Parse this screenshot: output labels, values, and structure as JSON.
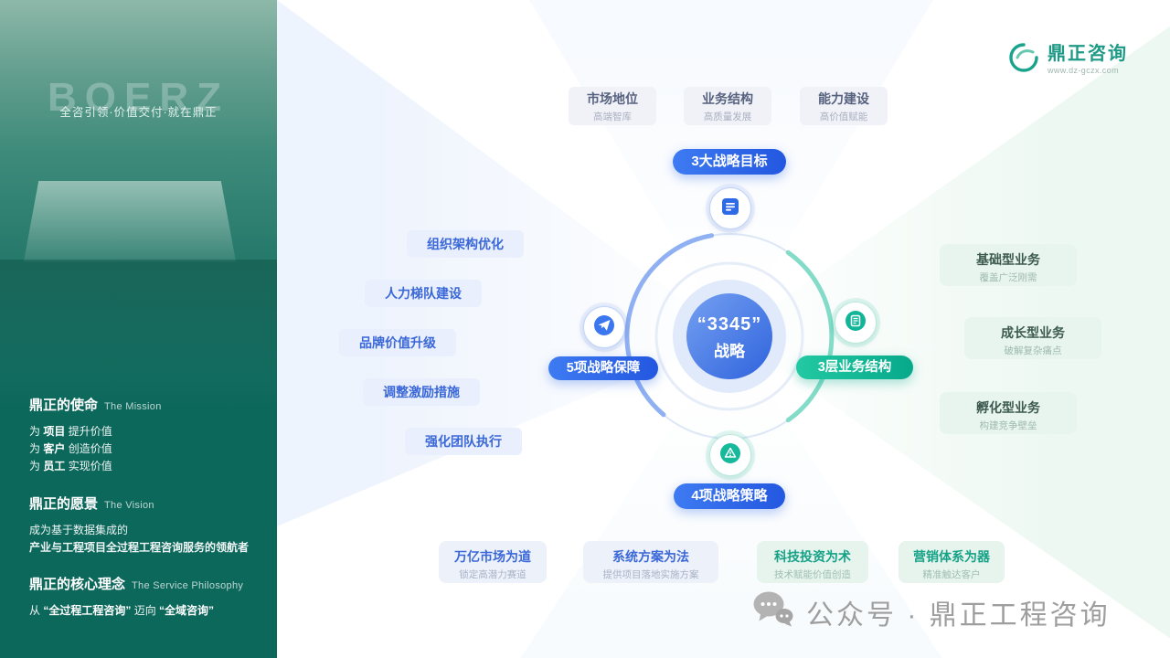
{
  "sidebar": {
    "logo_letters": "BOERZ",
    "tagline": "全咨引领·价值交付·就在鼎正",
    "mission": {
      "title": "鼎正的使命",
      "title_en": "The Mission",
      "items": [
        {
          "pre": "为 ",
          "key": "项目",
          "post": " 提升价值"
        },
        {
          "pre": "为 ",
          "key": "客户",
          "post": " 创造价值"
        },
        {
          "pre": "为 ",
          "key": "员工",
          "post": " 实现价值"
        }
      ]
    },
    "vision": {
      "title": "鼎正的愿景",
      "title_en": "The Vision",
      "line1": "成为基于数据集成的",
      "line2": "产业与工程项目全过程工程咨询服务的领航者"
    },
    "philosophy": {
      "title": "鼎正的核心理念",
      "title_en": "The Service Philosophy",
      "p1": "从 ",
      "q1": "“全过程工程咨询”",
      "p2": " 迈向 ",
      "q2": "“全域咨询”"
    }
  },
  "brand": {
    "name": "鼎正咨询",
    "website": "www.dz-gczx.com"
  },
  "diagram": {
    "center_line1": "“3345”",
    "center_line2": "战略",
    "pills": {
      "top": "3大战略目标",
      "left": "5项战略保障",
      "right": "3层业务结构",
      "bottom": "4项战略策略"
    },
    "goals": [
      {
        "title": "市场地位",
        "subtitle": "高端智库"
      },
      {
        "title": "业务结构",
        "subtitle": "高质量发展"
      },
      {
        "title": "能力建设",
        "subtitle": "高价值赋能"
      }
    ],
    "safeguards": [
      "组织架构优化",
      "人力梯队建设",
      "品牌价值升级",
      "调整激励措施",
      "强化团队执行"
    ],
    "business_layers": [
      {
        "title": "基础型业务",
        "subtitle": "覆盖广泛刚需"
      },
      {
        "title": "成长型业务",
        "subtitle": "破解复杂痛点"
      },
      {
        "title": "孵化型业务",
        "subtitle": "构建竞争壁垒"
      }
    ],
    "strategies": [
      {
        "title": "万亿市场为道",
        "subtitle": "锁定高潜力赛道"
      },
      {
        "title": "系统方案为法",
        "subtitle": "提供项目落地实施方案"
      },
      {
        "title": "科技投资为术",
        "subtitle": "技术赋能价值创造"
      },
      {
        "title": "营销体系为器",
        "subtitle": "精准触达客户"
      }
    ]
  },
  "footer": {
    "watermark": "公众号 · 鼎正工程咨询"
  },
  "icons": {
    "top_node": "report-icon",
    "left_node": "send-icon",
    "right_node": "clipboard-icon",
    "bottom_node": "alert-icon",
    "brand": "swirl-logo-icon",
    "footer": "wechat-icon"
  },
  "colors": {
    "accent_blue": "#2e6ae6",
    "accent_teal": "#0fae90",
    "sidebar_teal": "#0d685c",
    "watermark_gray": "#9e9e9e"
  }
}
